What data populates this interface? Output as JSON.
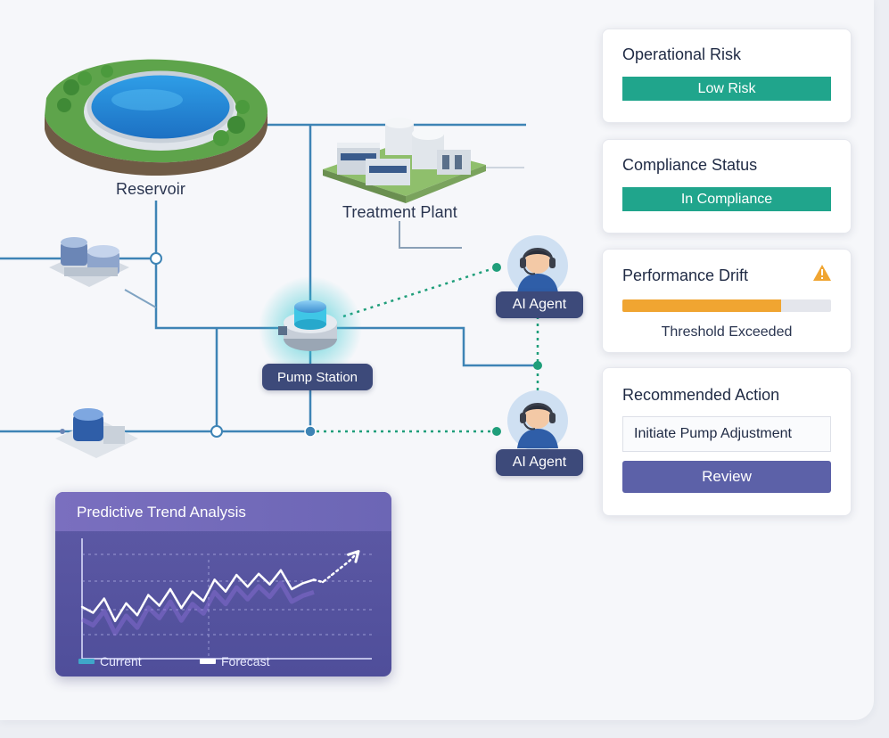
{
  "network": {
    "reservoir_label": "Reservoir",
    "treatment_label": "Treatment Plant",
    "pump_label": "Pump Station",
    "agent_label": "AI Agent"
  },
  "cards": {
    "risk": {
      "title": "Operational Risk",
      "status": "Low Risk"
    },
    "compliance": {
      "title": "Compliance Status",
      "status": "In Compliance"
    },
    "drift": {
      "title": "Performance Drift",
      "progress": 0.76,
      "caption": "Threshold Exceeded"
    },
    "action": {
      "title": "Recommended Action",
      "value": "Initiate Pump Adjustment",
      "button": "Review"
    }
  },
  "colors": {
    "pipe": "#3e84b5",
    "agent_link": "#1f9e7a",
    "status_green": "#20a58c",
    "drift_warning": "#f0a531",
    "button": "#5c61a8",
    "pill": "#3d4a7a"
  },
  "chart_data": {
    "type": "line",
    "title": "Predictive Trend Analysis",
    "series": [
      {
        "name": "Current",
        "values": [
          45,
          40,
          52,
          33,
          48,
          38,
          55,
          46,
          60,
          44,
          58,
          50,
          68,
          58,
          72,
          62,
          73,
          64,
          76,
          60,
          65,
          68
        ]
      },
      {
        "name": "Forecast",
        "values": [
          66,
          72,
          78,
          84,
          92
        ]
      }
    ],
    "grid": true
  }
}
